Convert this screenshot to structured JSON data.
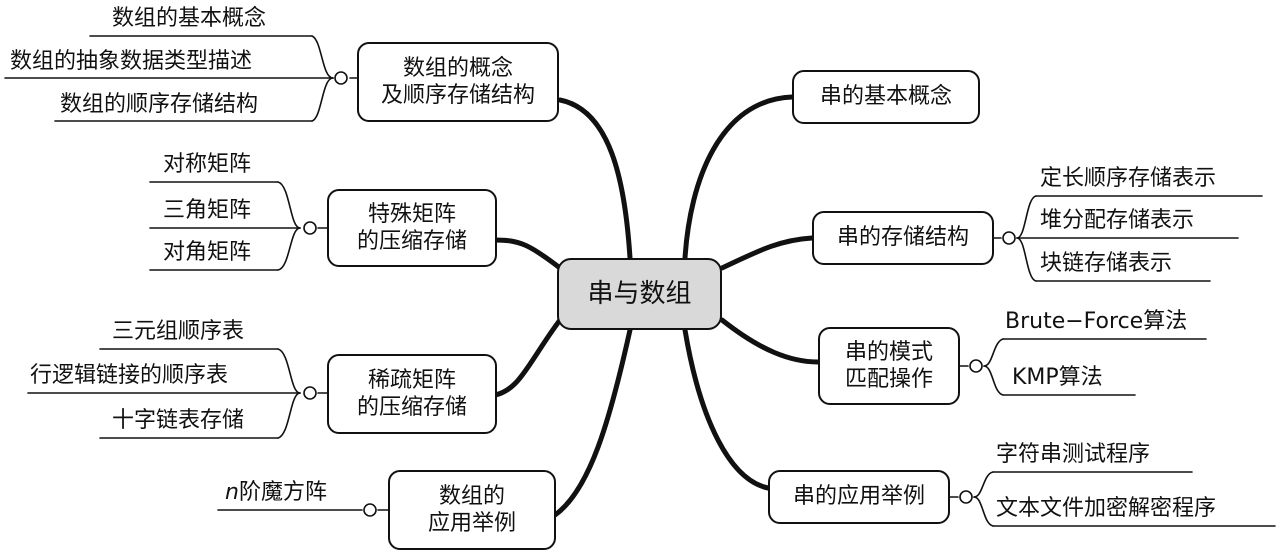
{
  "center": "串与数组",
  "left": [
    {
      "line1": "数组的概念",
      "line2": "及顺序存储结构",
      "leaves": [
        "数组的基本概念",
        "数组的抽象数据类型描述",
        "数组的顺序存储结构"
      ]
    },
    {
      "line1": "特殊矩阵",
      "line2": "的压缩存储",
      "leaves": [
        "对称矩阵",
        "三角矩阵",
        "对角矩阵"
      ]
    },
    {
      "line1": "稀疏矩阵",
      "line2": "的压缩存储",
      "leaves": [
        "三元组顺序表",
        "行逻辑链接的顺序表",
        "十字链表存储"
      ]
    },
    {
      "line1": "数组的",
      "line2": "应用举例",
      "leaf_var": "n",
      "leaf_text": "阶魔方阵"
    }
  ],
  "right": [
    {
      "line1": "串的基本概念"
    },
    {
      "line1": "串的存储结构",
      "leaves": [
        "定长顺序存储表示",
        "堆分配存储表示",
        "块链存储表示"
      ]
    },
    {
      "line1": "串的模式",
      "line2": "匹配操作",
      "leaves": [
        "Brute−Force算法",
        "KMP算法"
      ]
    },
    {
      "line1": "串的应用举例",
      "leaves": [
        "字符串测试程序",
        "文本文件加密解密程序"
      ]
    }
  ]
}
